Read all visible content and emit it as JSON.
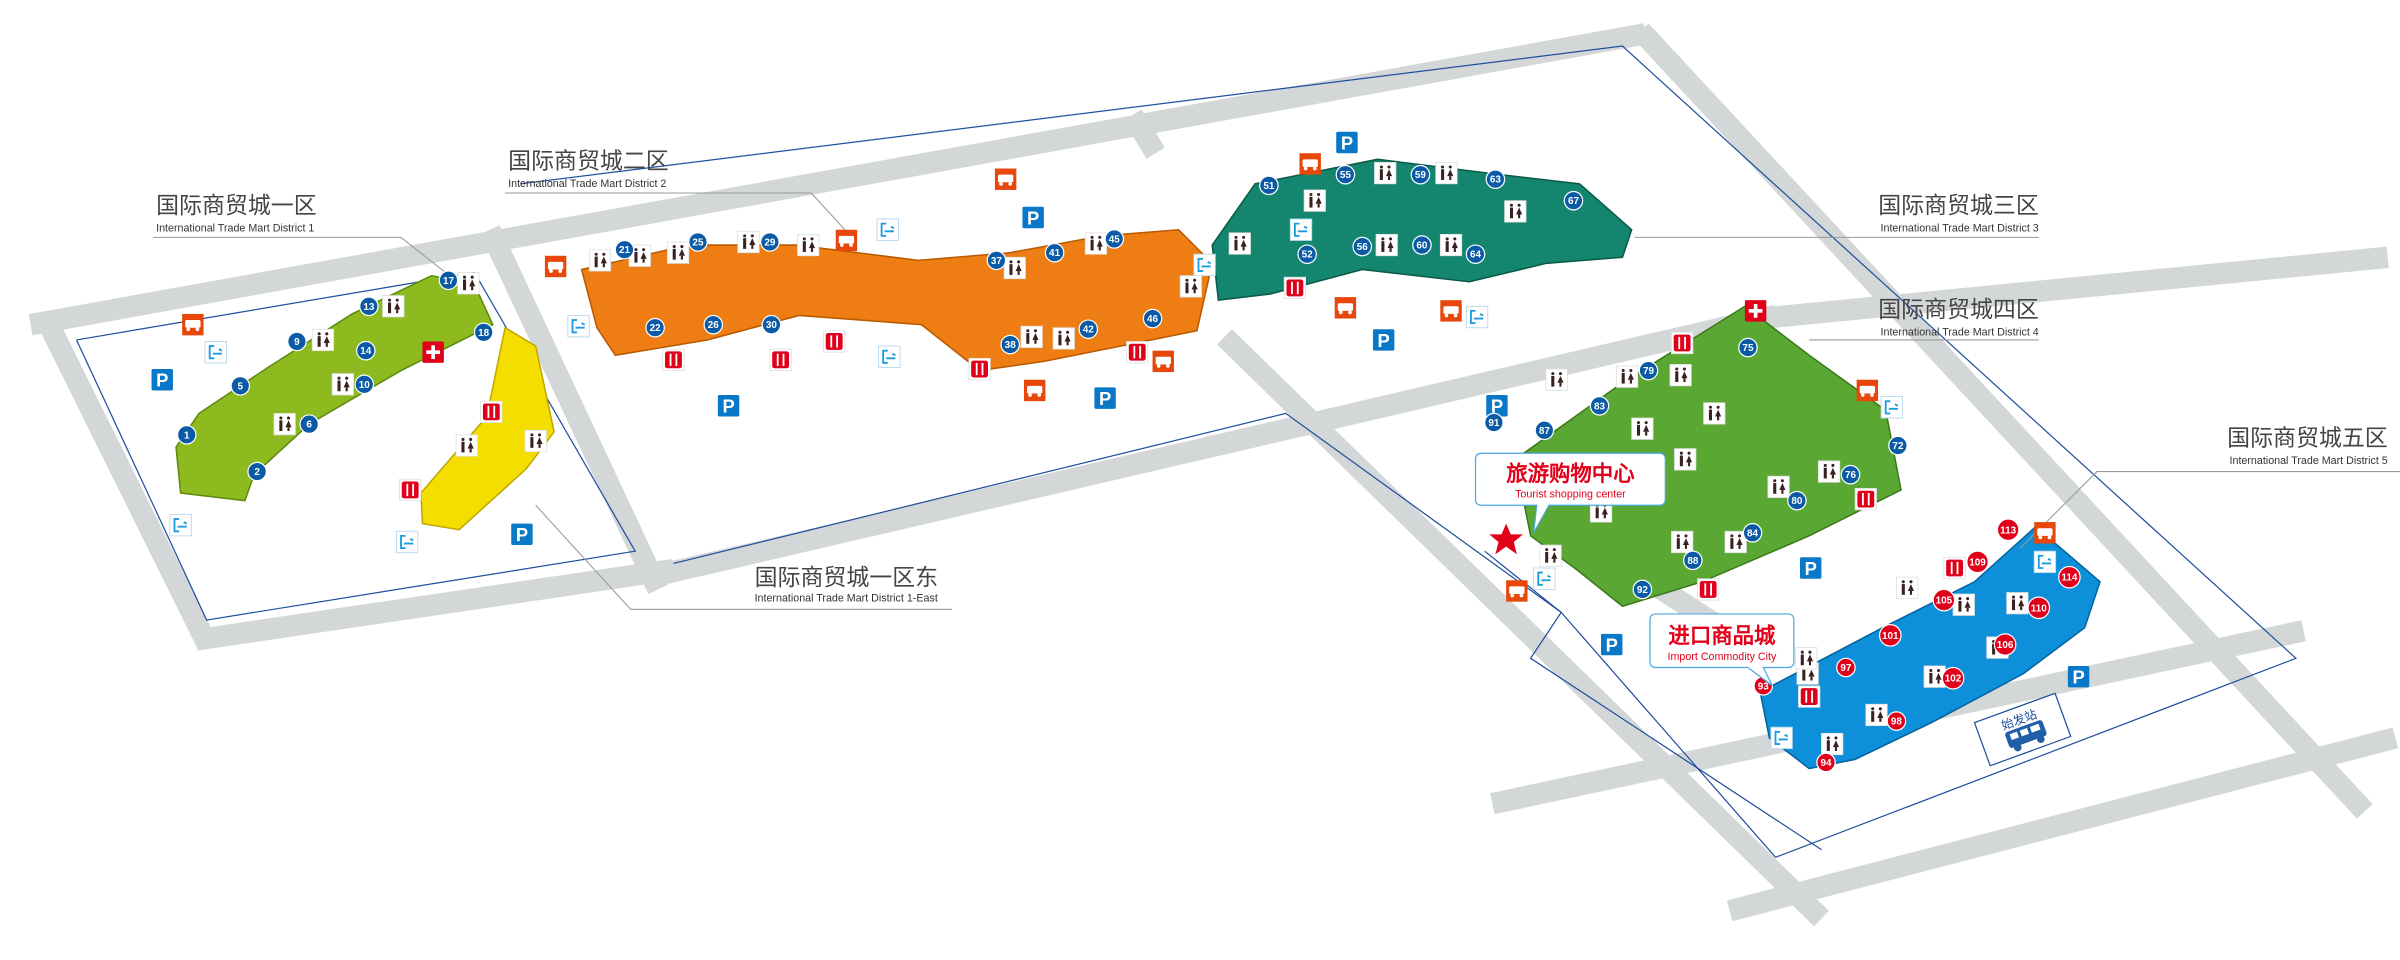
{
  "colors": {
    "road": "#d4d7d7",
    "boundary": "#1f4e9c",
    "district_1": "#8dba1f",
    "district_1_east": "#f3de00",
    "district_2": "#ee7d14",
    "district_3": "#14866f",
    "district_4": "#5ba733",
    "district_5": "#0d90d9",
    "number_blue": "#0b5aa6",
    "number_red": "#e0001a",
    "parking": "#0a78c8",
    "bus": "#e8470c",
    "restaurant": "#e0001a",
    "exit": "#1a9be0"
  },
  "districts": {
    "d1": {
      "cn": "国际商贸城一区",
      "en": "International Trade Mart District 1"
    },
    "d1e": {
      "cn": "国际商贸城一区东",
      "en": "International Trade Mart District 1-East"
    },
    "d2": {
      "cn": "国际商贸城二区",
      "en": "International Trade Mart District 2"
    },
    "d3": {
      "cn": "国际商贸城三区",
      "en": "International Trade Mart District 3"
    },
    "d4": {
      "cn": "国际商贸城四区",
      "en": "International Trade Mart District 4"
    },
    "d5": {
      "cn": "国际商贸城五区",
      "en": "International Trade Mart District 5"
    }
  },
  "callouts": {
    "tourist": {
      "cn": "旅游购物中心",
      "en": "Tourist shopping center"
    },
    "import": {
      "cn": "进口商品城",
      "en": "Import Commodity City"
    }
  },
  "bus_terminal": {
    "label": "始发站",
    "icon": "bus-icon"
  },
  "markers": {
    "blue": [
      1,
      2,
      5,
      6,
      9,
      10,
      13,
      14,
      17,
      18,
      21,
      22,
      25,
      26,
      29,
      30,
      37,
      38,
      41,
      42,
      45,
      46,
      51,
      52,
      55,
      56,
      59,
      60,
      63,
      64,
      67,
      72,
      75,
      76,
      79,
      80,
      83,
      84,
      87,
      88,
      91,
      92
    ],
    "red": [
      93,
      94,
      97,
      98,
      101,
      102,
      105,
      106,
      109,
      110,
      113,
      114
    ]
  },
  "icons": {
    "parking": {
      "label": "P",
      "icon": "parking-icon"
    },
    "bus": {
      "icon": "bus-icon"
    },
    "restaurant": {
      "icon": "restaurant-icon"
    },
    "exit": {
      "icon": "exit-icon"
    },
    "toilet": {
      "icon": "toilet-icon"
    },
    "hospital": {
      "icon": "first-aid-icon"
    }
  }
}
